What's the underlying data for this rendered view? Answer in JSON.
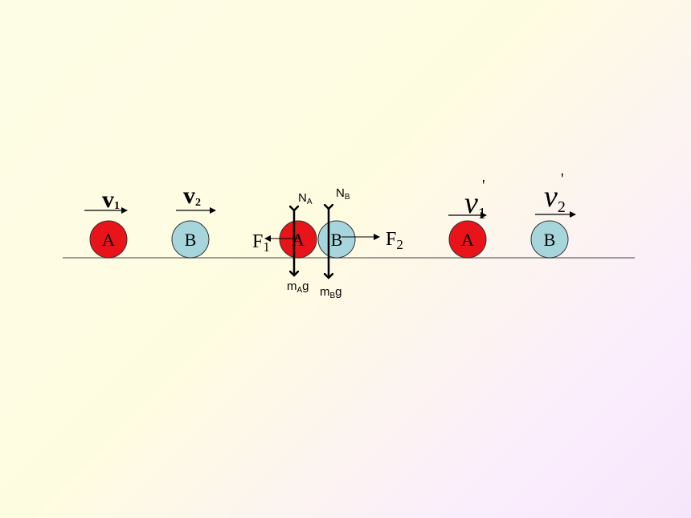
{
  "colors": {
    "ball_a": "#e8141a",
    "ball_b": "#a7d5dc",
    "line": "#808080",
    "arrow": "#000000"
  },
  "balls": {
    "before_a": "A",
    "before_b": "B",
    "collide_a": "A",
    "collide_b": "B",
    "after_a": "A",
    "after_b": "B"
  },
  "velocity": {
    "v1": "v",
    "v1_sub": "1",
    "v2": "v",
    "v2_sub": "2",
    "v1p": "v",
    "v1p_sub": "1",
    "v1p_prime": "'",
    "v2p": "v",
    "v2p_sub": "2",
    "v2p_prime": "'"
  },
  "forces": {
    "f1": "F",
    "f1_sub": "1",
    "f2": "F",
    "f2_sub": "2",
    "na": "N",
    "na_sub": "A",
    "nb": "N",
    "nb_sub": "B",
    "mag_m": "m",
    "mag_sub": "A",
    "mag_g": "g",
    "mbg_m": "m",
    "mbg_sub": "B",
    "mbg_g": "g"
  }
}
